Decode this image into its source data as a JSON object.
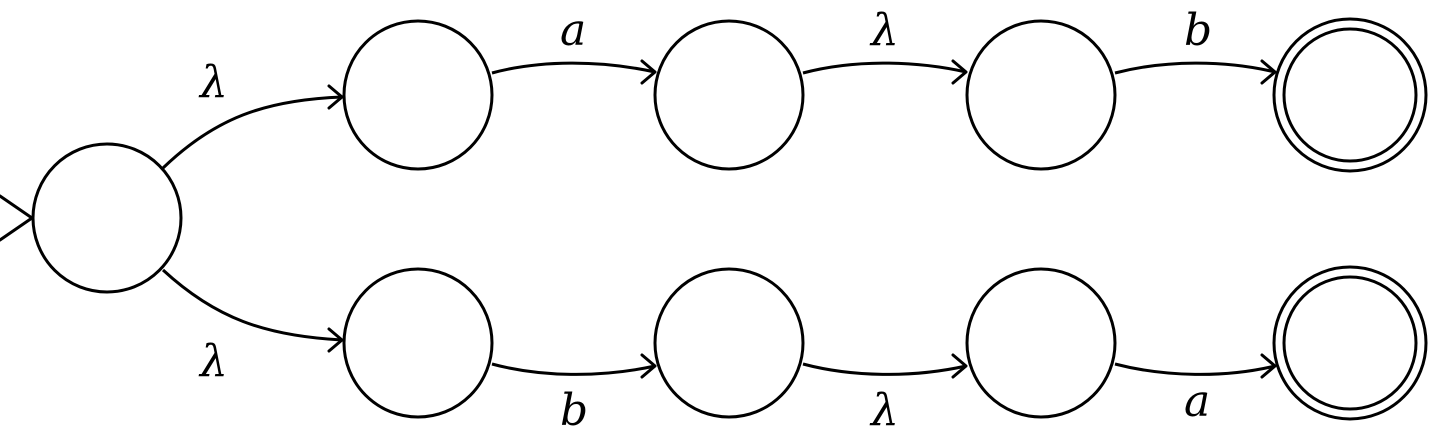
{
  "diagram": {
    "type": "nfa",
    "states": [
      {
        "id": "q0",
        "initial": true,
        "accepting": false
      },
      {
        "id": "t1",
        "initial": false,
        "accepting": false
      },
      {
        "id": "t2",
        "initial": false,
        "accepting": false
      },
      {
        "id": "t3",
        "initial": false,
        "accepting": false
      },
      {
        "id": "t4",
        "initial": false,
        "accepting": true
      },
      {
        "id": "b1",
        "initial": false,
        "accepting": false
      },
      {
        "id": "b2",
        "initial": false,
        "accepting": false
      },
      {
        "id": "b3",
        "initial": false,
        "accepting": false
      },
      {
        "id": "b4",
        "initial": false,
        "accepting": true
      }
    ],
    "transitions": [
      {
        "id": "e1",
        "from": "q0",
        "to": "t1",
        "symbol": "λ"
      },
      {
        "id": "e2",
        "from": "t1",
        "to": "t2",
        "symbol": "a"
      },
      {
        "id": "e3",
        "from": "t2",
        "to": "t3",
        "symbol": "λ"
      },
      {
        "id": "e4",
        "from": "t3",
        "to": "t4",
        "symbol": "b"
      },
      {
        "id": "e5",
        "from": "q0",
        "to": "b1",
        "symbol": "λ"
      },
      {
        "id": "e6",
        "from": "b1",
        "to": "b2",
        "symbol": "b"
      },
      {
        "id": "e7",
        "from": "b2",
        "to": "b3",
        "symbol": "λ"
      },
      {
        "id": "e8",
        "from": "b3",
        "to": "b4",
        "symbol": "a"
      }
    ]
  }
}
